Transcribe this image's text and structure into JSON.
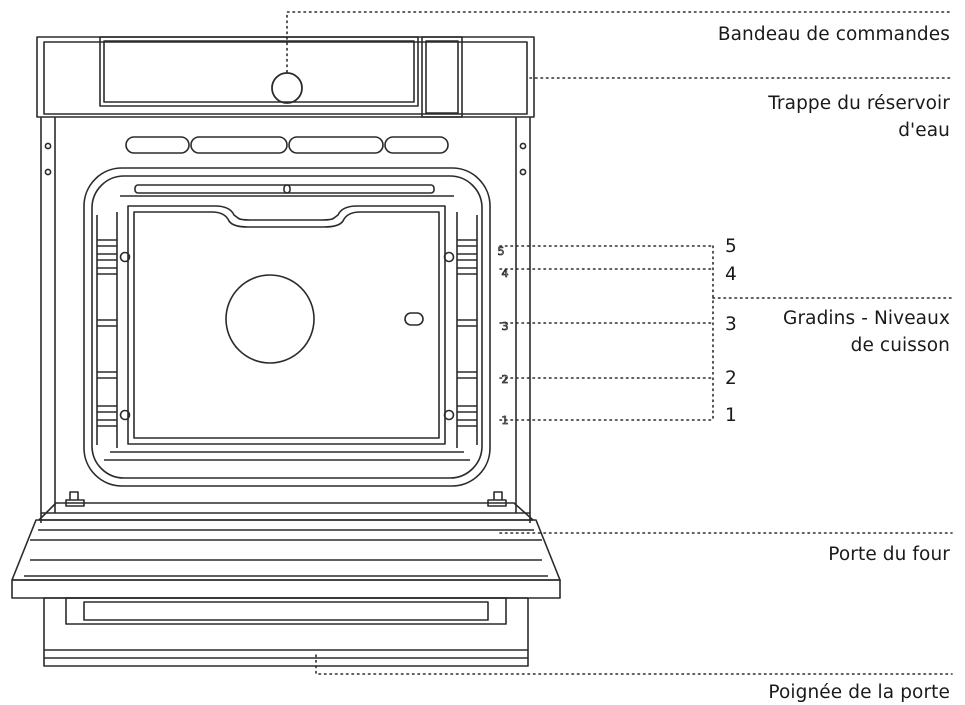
{
  "labels": {
    "control_panel": "Bandeau de commandes",
    "water_tank_line1": "Trappe du réservoir",
    "water_tank_line2": "d'eau",
    "shelves_line1": "Gradins - Niveaux",
    "shelves_line2": "de cuisson",
    "oven_door": "Porte du four",
    "door_handle": "Poignée de la porte"
  },
  "levels": [
    "5",
    "4",
    "3",
    "2",
    "1"
  ],
  "side_markings": [
    "5",
    "4",
    "3",
    "2",
    "1"
  ]
}
